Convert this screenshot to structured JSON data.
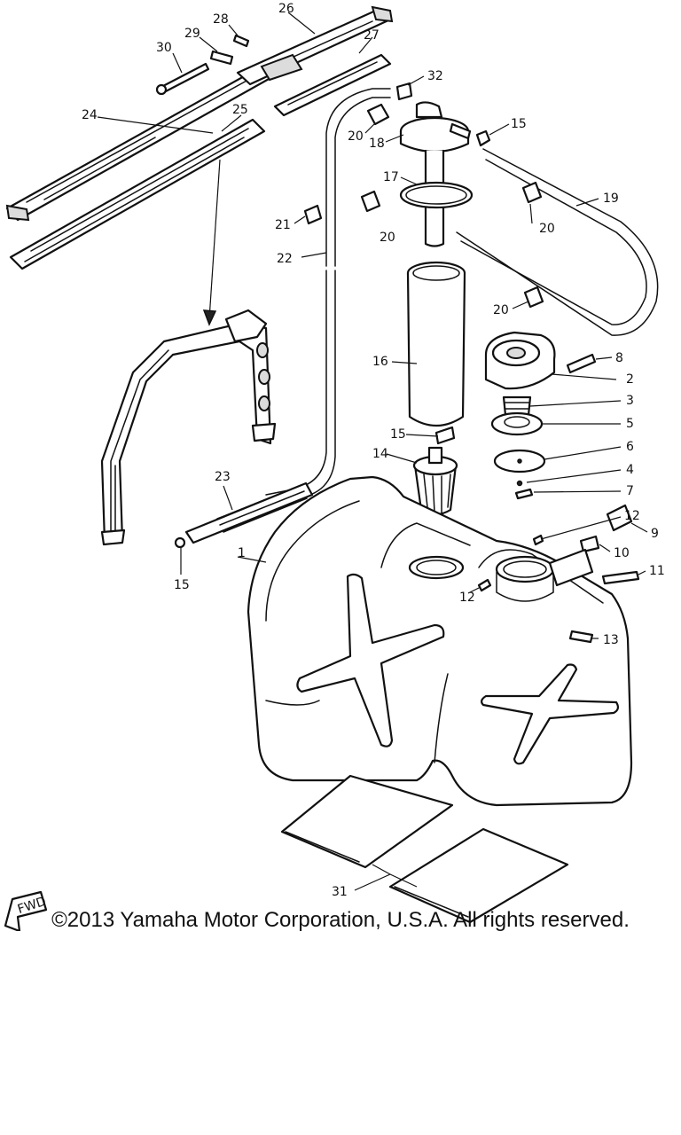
{
  "callouts": {
    "c1": "1",
    "c2": "2",
    "c3": "3",
    "c4": "4",
    "c5": "5",
    "c6": "6",
    "c7": "7",
    "c8": "8",
    "c9": "9",
    "c10": "10",
    "c11": "11",
    "c12a": "12",
    "c12b": "12",
    "c13": "13",
    "c14": "14",
    "c15a": "15",
    "c15b": "15",
    "c15c": "15",
    "c16": "16",
    "c17": "17",
    "c18": "18",
    "c19": "19",
    "c20a": "20",
    "c20b": "20",
    "c20c": "20",
    "c20d": "20",
    "c21": "21",
    "c22": "22",
    "c23": "23",
    "c24": "24",
    "c25": "25",
    "c26": "26",
    "c27": "27",
    "c28": "28",
    "c29": "29",
    "c30": "30",
    "c31": "31",
    "c32": "32"
  },
  "fwd_label": "FWD",
  "copyright": "©2013 Yamaha Motor Corporation, U.S.A. All rights reserved."
}
